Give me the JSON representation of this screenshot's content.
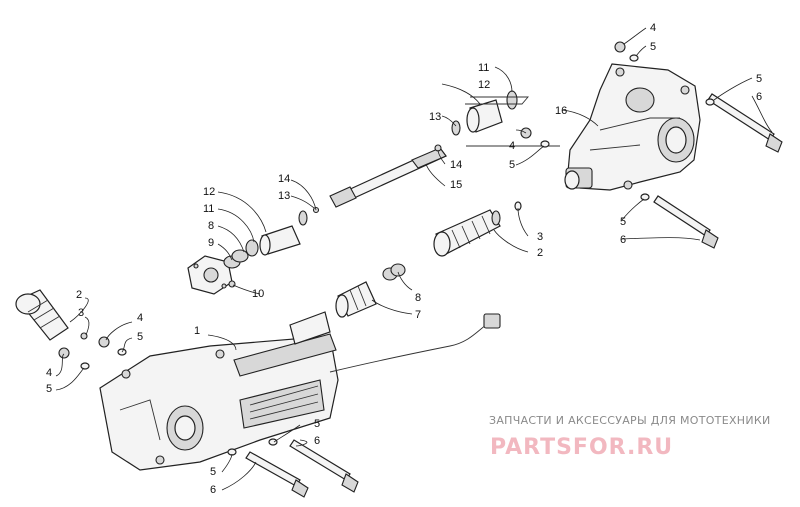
{
  "callouts": {
    "c1": "1",
    "c2a": "2",
    "c2b": "2",
    "c3a": "3",
    "c3b": "3",
    "c4a": "4",
    "c4b": "4",
    "c4c": "4",
    "c4d": "4",
    "c5a": "5",
    "c5b": "5",
    "c5c": "5",
    "c5d": "5",
    "c5e": "5",
    "c5f": "5",
    "c5g": "5",
    "c5h": "5",
    "c6a": "6",
    "c6b": "6",
    "c6c": "6",
    "c6d": "6",
    "c7": "7",
    "c8a": "8",
    "c8b": "8",
    "c9": "9",
    "c10": "10",
    "c11a": "11",
    "c11b": "11",
    "c12a": "12",
    "c12b": "12",
    "c13a": "13",
    "c13b": "13",
    "c14a": "14",
    "c14b": "14",
    "c15": "15",
    "c16": "16"
  },
  "watermark": {
    "tagline": "ЗАПЧАСТИ И АКСЕССУАРЫ ДЛЯ МОТОТЕХНИКИ",
    "brand": "PARTSFOR.RU"
  }
}
